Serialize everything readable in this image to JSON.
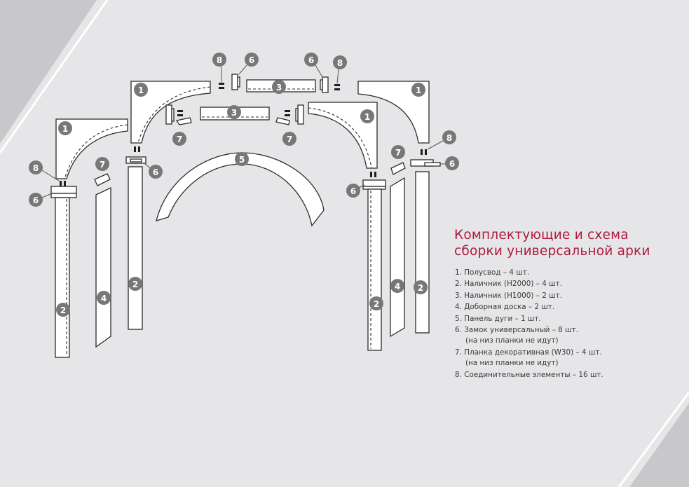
{
  "title": {
    "line1": "Комплектующие и схема",
    "line2": "сборки универсальной арки"
  },
  "legend": [
    {
      "text": "1. Полусвод – 4 шт."
    },
    {
      "text": "2. Наличник (Н2000) – 4 шт."
    },
    {
      "text": "3. Наличник (Н1000) – 2 шт."
    },
    {
      "text": "4. Доборная доска – 2 шт."
    },
    {
      "text": "5. Панель дуги – 1 шт."
    },
    {
      "text": "6. Замок универсальный – 8 шт.",
      "note": "(на низ планки не идут)"
    },
    {
      "text": "7. Планка декоративная (W30) – 4 шт.",
      "note": "(на низ планки не идут)"
    },
    {
      "text": "8. Соединительные элементы – 16 шт."
    }
  ],
  "badges": [
    "1",
    "2",
    "3",
    "4",
    "5",
    "6",
    "7",
    "8"
  ],
  "colors": {
    "background": "#e6e6e8",
    "accent": "#b0193e",
    "badge": "#777777",
    "stripe": "#ffffff",
    "corner": "#c8c8ca"
  }
}
